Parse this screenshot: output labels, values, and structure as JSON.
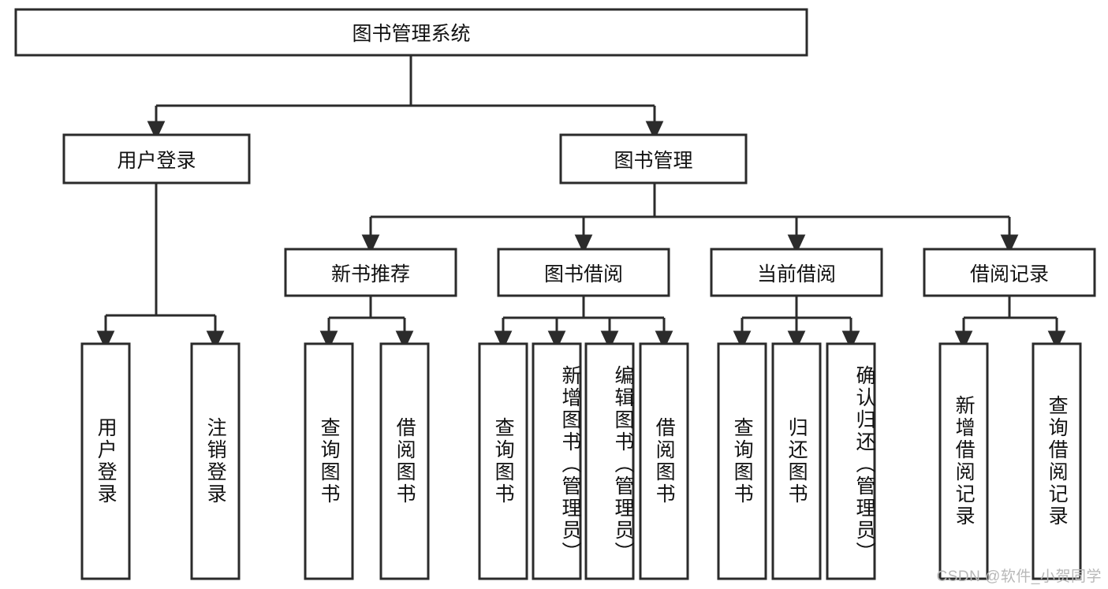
{
  "diagram": {
    "title": "图书管理系统",
    "type": "tree-hierarchy",
    "root": {
      "label": "图书管理系统"
    },
    "level2": [
      {
        "label": "用户登录"
      },
      {
        "label": "图书管理"
      }
    ],
    "level3": [
      {
        "label": "新书推荐"
      },
      {
        "label": "图书借阅"
      },
      {
        "label": "当前借阅"
      },
      {
        "label": "借阅记录"
      }
    ],
    "leaves": {
      "user_login": [
        {
          "label": "用户登录"
        },
        {
          "label": "注销登录"
        }
      ],
      "new_book_recommend": [
        {
          "label": "查询图书"
        },
        {
          "label": "借阅图书"
        }
      ],
      "book_borrow": [
        {
          "label": "查询图书"
        },
        {
          "label": "新增图书（管理员）"
        },
        {
          "label": "编辑图书（管理员）"
        },
        {
          "label": "借阅图书"
        }
      ],
      "current_borrow": [
        {
          "label": "查询图书"
        },
        {
          "label": "归还图书"
        },
        {
          "label": "确认归还（管理员）"
        }
      ],
      "borrow_record": [
        {
          "label": "新增借阅记录"
        },
        {
          "label": "查询借阅记录"
        }
      ]
    }
  },
  "watermark": {
    "text": "CSDN @软件_小贺同学"
  },
  "colors": {
    "stroke": "#2b2b2b",
    "text": "#111111",
    "background": "#ffffff",
    "watermark": "#b8b8b8"
  }
}
